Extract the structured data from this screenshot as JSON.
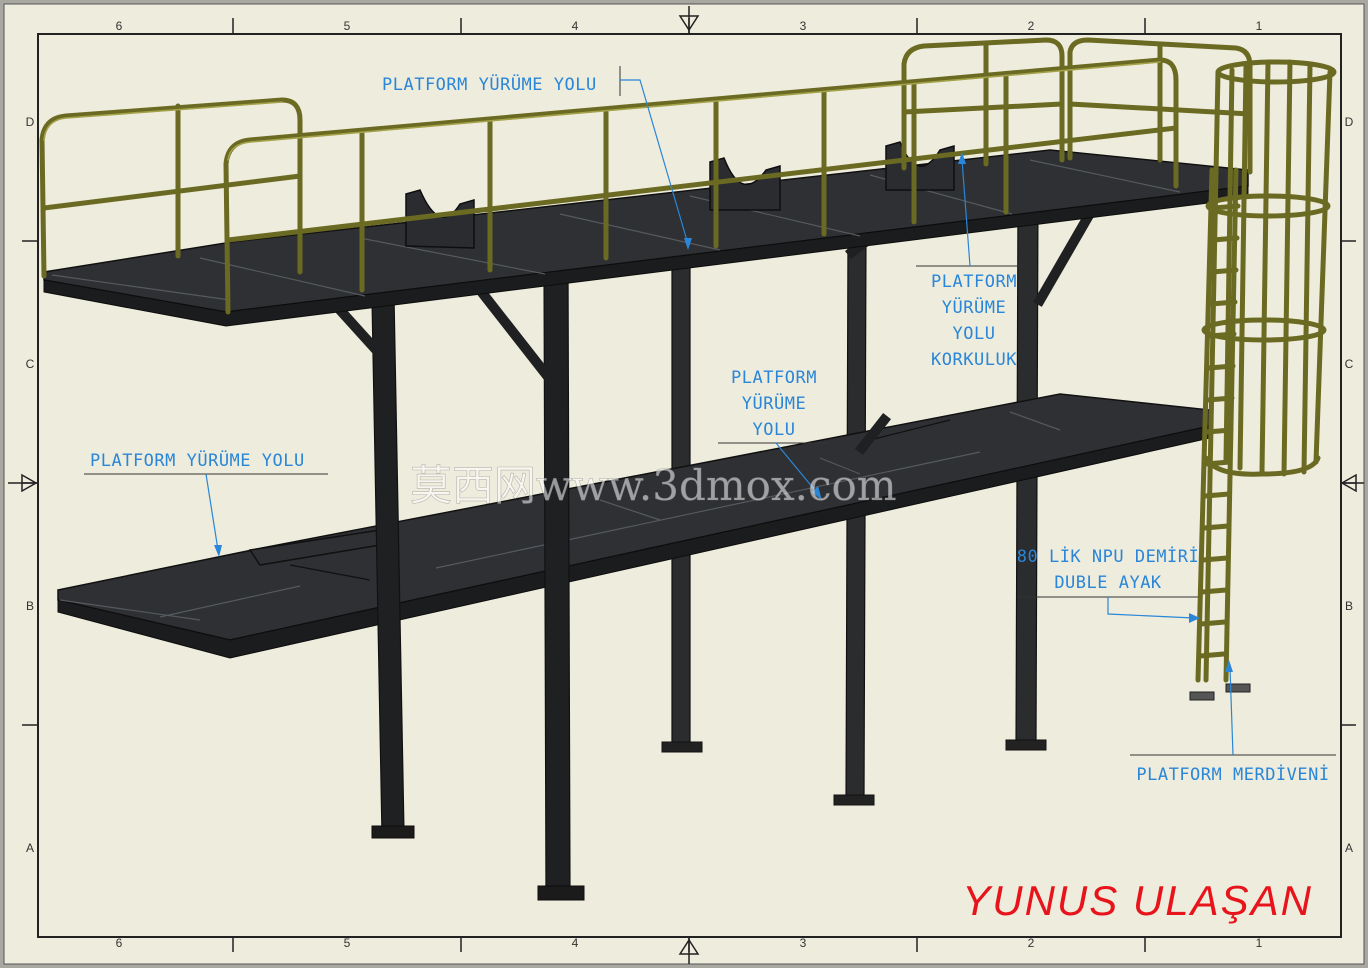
{
  "drawing": {
    "column_zones": [
      "6",
      "5",
      "4",
      "3",
      "2",
      "1"
    ],
    "row_zones": [
      "D",
      "C",
      "B",
      "A"
    ],
    "callouts": {
      "top_walkway": "PLATFORM YÜRÜME YOLU",
      "railing": [
        "PLATFORM",
        "YÜRÜME",
        "YOLU",
        "KORKULUK"
      ],
      "middle_walkway": [
        "PLATFORM",
        "YÜRÜME",
        "YOLU"
      ],
      "lower_walkway": "PLATFORM YÜRÜME YOLU",
      "legs": [
        "80 LİK NPU DEMİRİ",
        "DUBLE AYAK"
      ],
      "ladder": "PLATFORM MERDİVENİ"
    },
    "author": "YUNUS ULAŞAN",
    "watermark": "莫西网www.3dmox.com"
  },
  "colors": {
    "paper": "#eeecdc",
    "callout": "#2a86d8",
    "author": "#e8141c",
    "steel": "#2e3033",
    "railing": "#6b6a22"
  }
}
